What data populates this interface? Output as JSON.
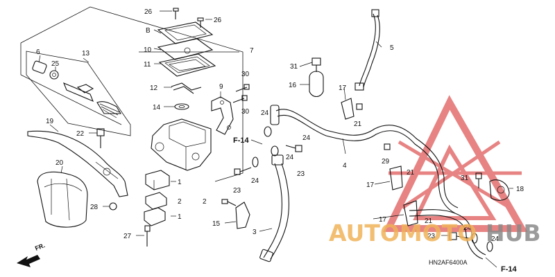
{
  "callouts": [
    {
      "id": "c26a",
      "text": "26"
    },
    {
      "id": "c26b",
      "text": "26"
    },
    {
      "id": "cB",
      "text": "B"
    },
    {
      "id": "c10",
      "text": "10"
    },
    {
      "id": "c11",
      "text": "11"
    },
    {
      "id": "c7",
      "text": "7"
    },
    {
      "id": "c6",
      "text": "6"
    },
    {
      "id": "c13",
      "text": "13"
    },
    {
      "id": "c25",
      "text": "25"
    },
    {
      "id": "c12",
      "text": "12"
    },
    {
      "id": "c14",
      "text": "14"
    },
    {
      "id": "c9",
      "text": "9"
    },
    {
      "id": "c30a",
      "text": "30"
    },
    {
      "id": "c30b",
      "text": "30"
    },
    {
      "id": "c19",
      "text": "19"
    },
    {
      "id": "c22",
      "text": "22"
    },
    {
      "id": "c20",
      "text": "20"
    },
    {
      "id": "c1a",
      "text": "1"
    },
    {
      "id": "c2a",
      "text": "2"
    },
    {
      "id": "c1b",
      "text": "1"
    },
    {
      "id": "c28",
      "text": "28"
    },
    {
      "id": "c27",
      "text": "27"
    },
    {
      "id": "c2b",
      "text": "2"
    },
    {
      "id": "c23a",
      "text": "23"
    },
    {
      "id": "c24a",
      "text": "24"
    },
    {
      "id": "c15",
      "text": "15"
    },
    {
      "id": "c3",
      "text": "3"
    },
    {
      "id": "c24b",
      "text": "24"
    },
    {
      "id": "c24c",
      "text": "24"
    },
    {
      "id": "c24d",
      "text": "24"
    },
    {
      "id": "c23b",
      "text": "23"
    },
    {
      "id": "c31a",
      "text": "31"
    },
    {
      "id": "c16",
      "text": "16"
    },
    {
      "id": "c17a",
      "text": "17"
    },
    {
      "id": "c21a",
      "text": "21"
    },
    {
      "id": "c5",
      "text": "5"
    },
    {
      "id": "c4",
      "text": "4"
    },
    {
      "id": "c29",
      "text": "29"
    },
    {
      "id": "c21b",
      "text": "21"
    },
    {
      "id": "c17b",
      "text": "17"
    },
    {
      "id": "c31b",
      "text": "31"
    },
    {
      "id": "c18",
      "text": "18"
    },
    {
      "id": "c17c",
      "text": "17"
    },
    {
      "id": "c21c",
      "text": "21"
    },
    {
      "id": "c24e",
      "text": "24"
    },
    {
      "id": "c23c",
      "text": "23"
    },
    {
      "id": "c24f",
      "text": "24"
    }
  ],
  "references": {
    "f14_left": "F-14",
    "f14_right": "F-14",
    "front_arrow": "FR."
  },
  "diagram_code": "HN2AF6400A",
  "watermark": {
    "text_primary": "AUTOMOTO",
    "text_secondary": "HUB",
    "color_primary": "#f0b35a",
    "color_secondary": "#8a8a8a",
    "logo_color": "#e05a5a"
  }
}
